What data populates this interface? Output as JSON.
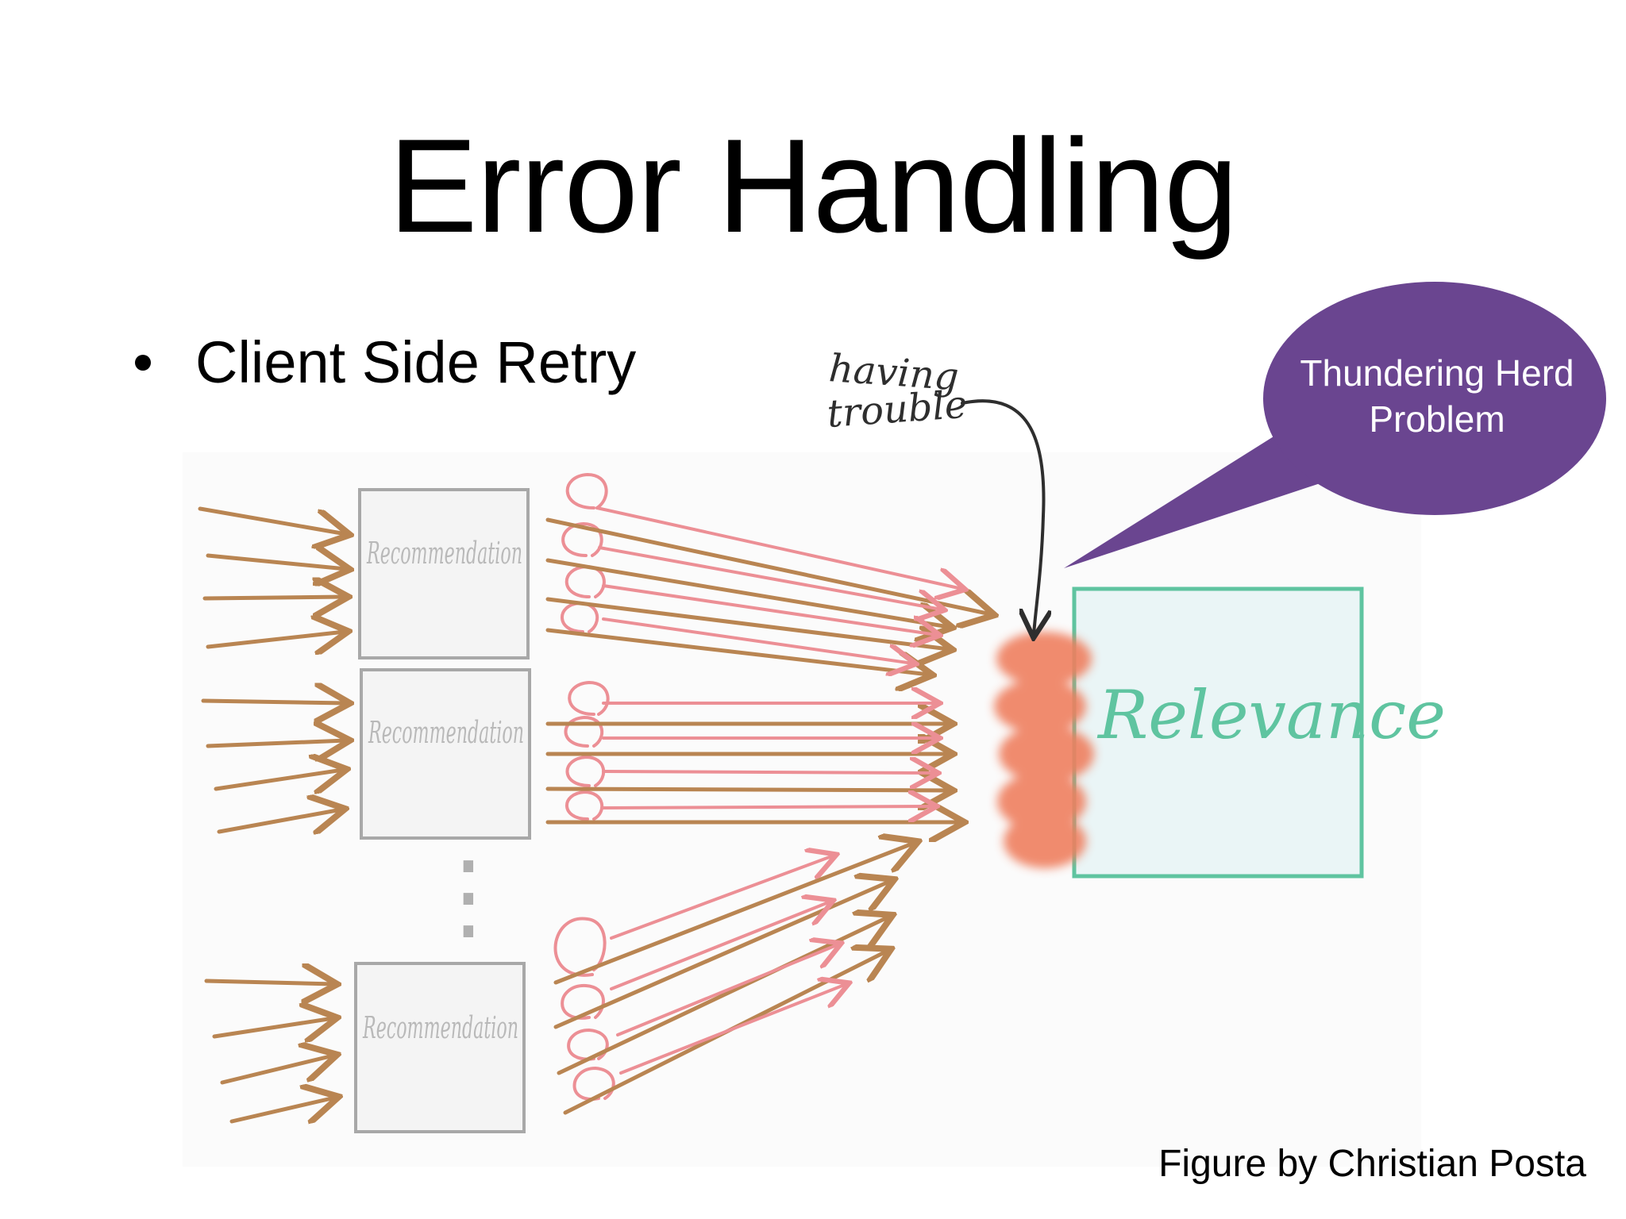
{
  "slide": {
    "title": "Error Handling",
    "bullets": [
      "Client Side Retry"
    ],
    "callout": {
      "line1": "Thundering Herd",
      "line2": "Problem",
      "color": "#6a4590"
    },
    "credit": "Figure by Christian Posta"
  },
  "diagram": {
    "client_box_label": "Recommendation",
    "service_label": "Relevance",
    "annotation_line1": "having",
    "annotation_line2": "trouble",
    "ellipsis": "⋮",
    "colors": {
      "request_arrow": "#b98552",
      "retry_arrow": "#ec8f95",
      "overload": "#ef7f5f",
      "service_border": "#5fc4a0",
      "service_fill": "#eaf5f6",
      "box_border": "#a8a8a8",
      "box_fill": "#f4f4f4"
    }
  }
}
